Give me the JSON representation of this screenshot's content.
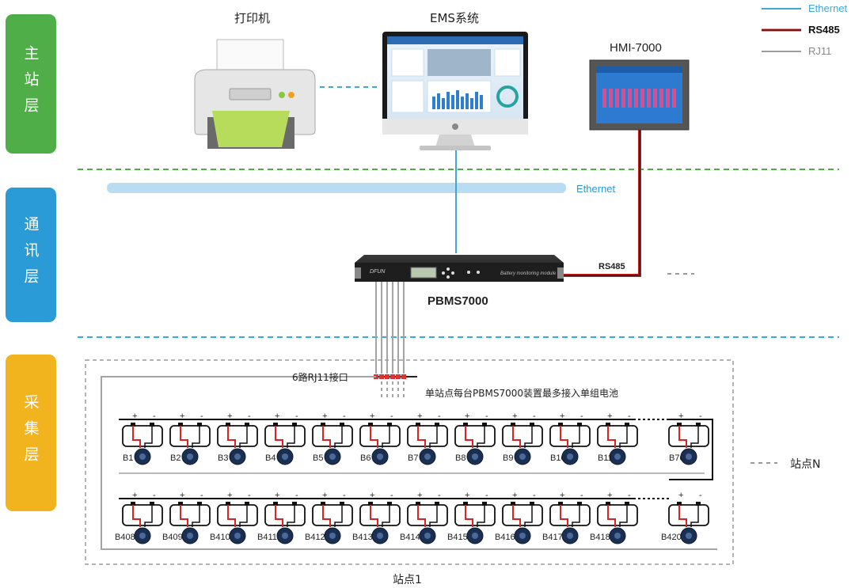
{
  "layers": {
    "master": {
      "label": "主站层",
      "color": "#4fae48"
    },
    "comm": {
      "label": "通讯层",
      "color": "#2a9bd6"
    },
    "collect": {
      "label": "采集层",
      "color": "#f2b41e"
    }
  },
  "legend": [
    {
      "label": "Ethernet",
      "color": "#3ea9d9"
    },
    {
      "label": "RS485",
      "color": "#cc1e1e"
    },
    {
      "label": "RJ11",
      "color": "#9b9b9b"
    }
  ],
  "devices": {
    "printer": "打印机",
    "ems": "EMS系统",
    "hmi": "HMI-7000",
    "pbms": "PBMS7000",
    "pbms_panel_text": "Battery monitoring module",
    "pbms_brand": "DFUN"
  },
  "labels": {
    "ethernet_bus": "Ethernet",
    "rs485": "RS485",
    "rj11_port": "6路RJ11接口",
    "note": "单站点每台PBMS7000装置最多接入单组电池",
    "station_n": "站点N",
    "station_1": "站点1"
  },
  "batteries": {
    "row1": [
      "B1",
      "B2",
      "B3",
      "B4",
      "B5",
      "B6",
      "B7",
      "B8",
      "B9",
      "B10",
      "B11",
      "B70"
    ],
    "row2": [
      "B408",
      "B409",
      "B410",
      "B411",
      "B412",
      "B413",
      "B414",
      "B415",
      "B416",
      "B417",
      "B418",
      "B420"
    ]
  }
}
